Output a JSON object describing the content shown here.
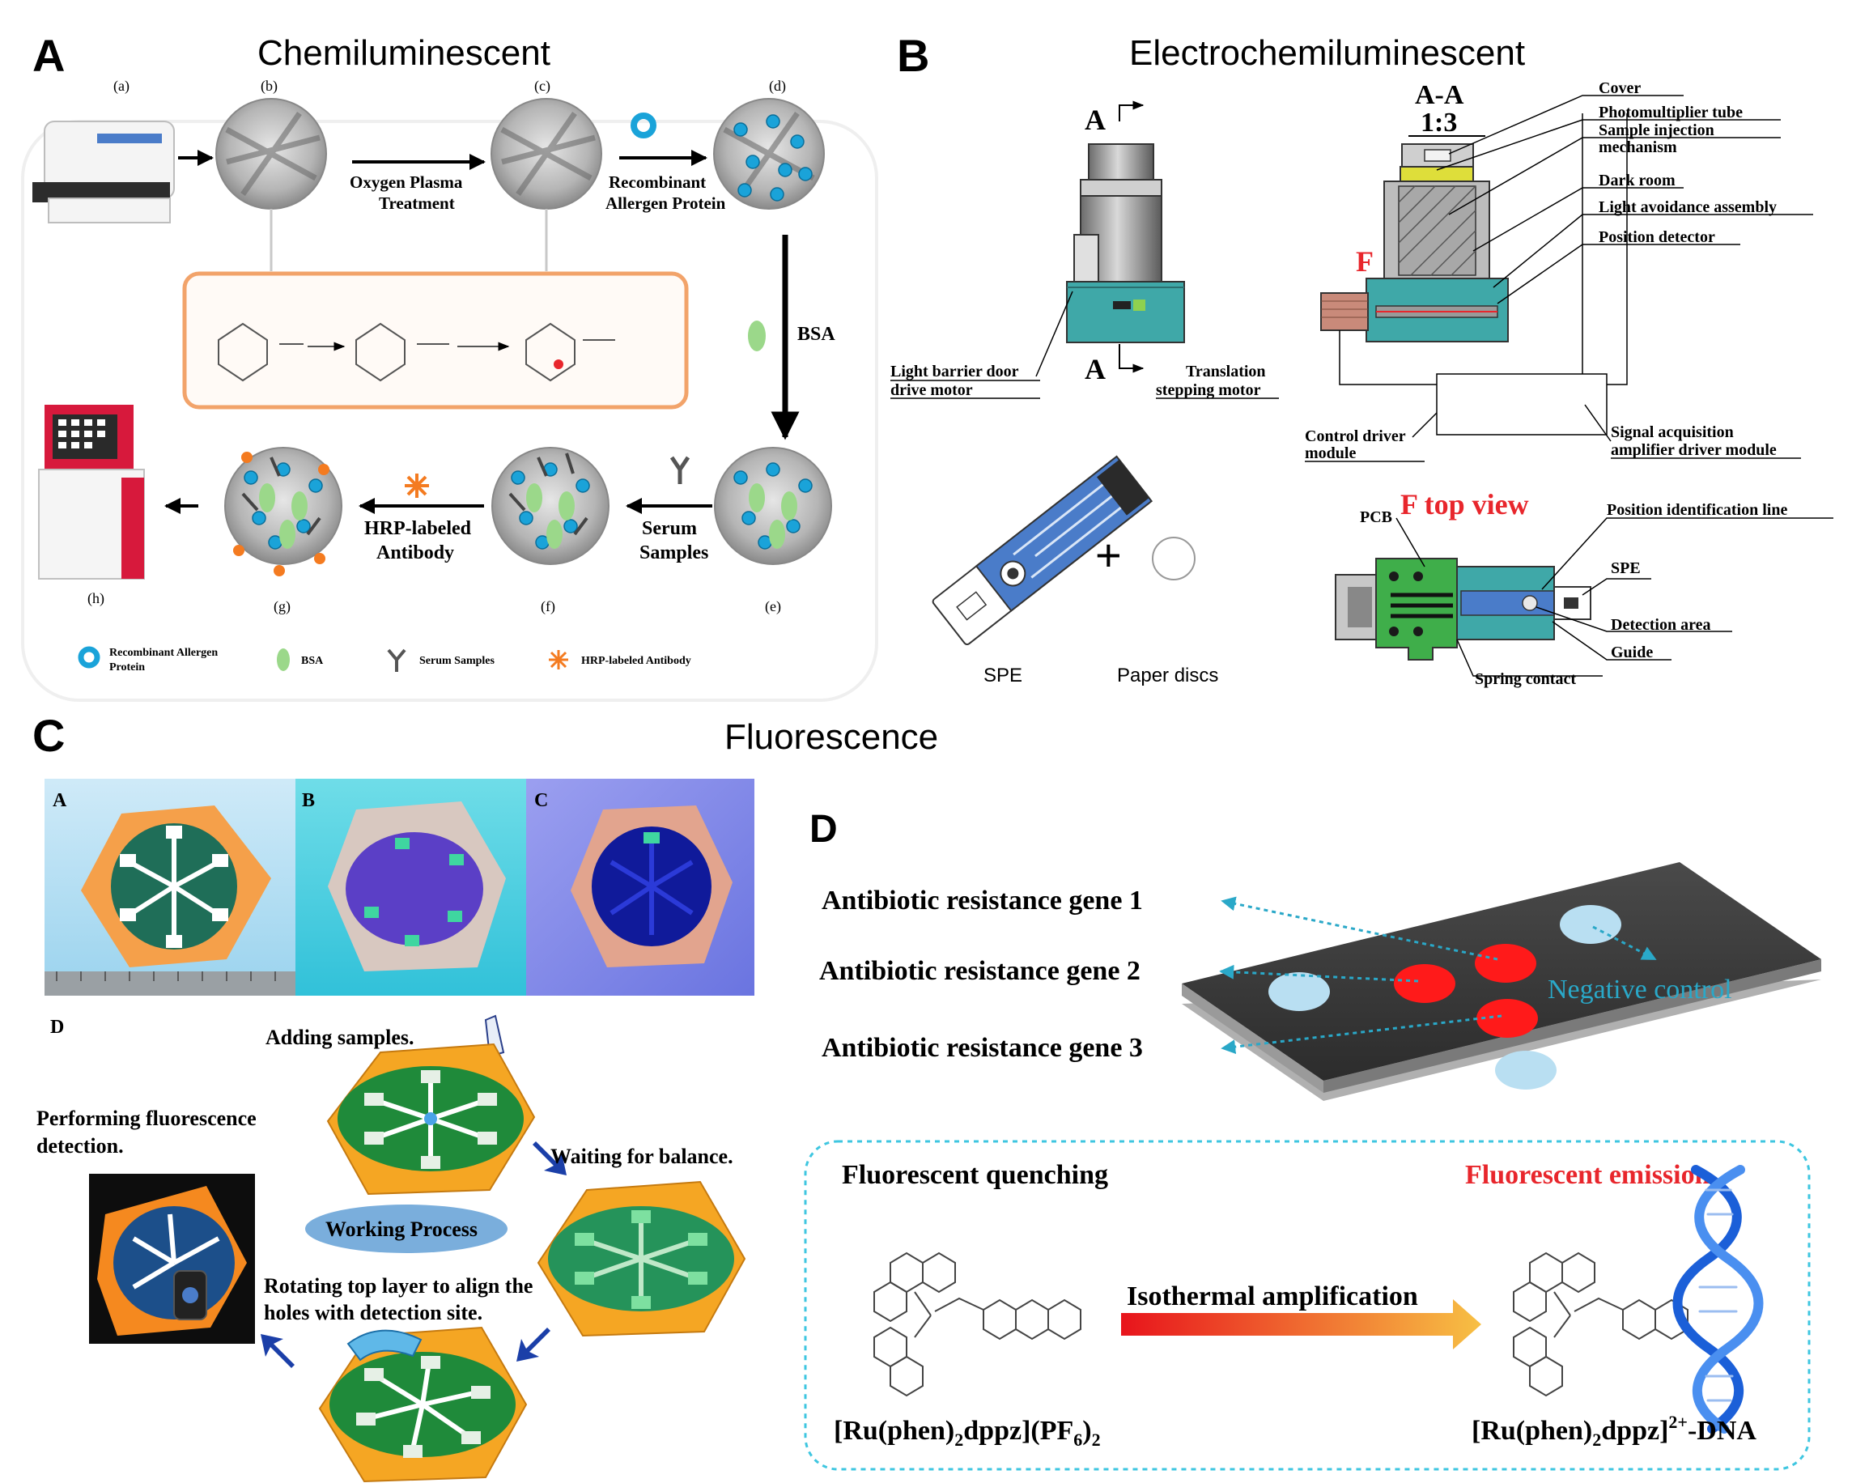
{
  "panelA": {
    "letter": "A",
    "title": "Chemiluminescent",
    "step_labels": [
      "(a)",
      "(b)",
      "(c)",
      "(d)",
      "(e)",
      "(f)",
      "(g)",
      "(h)"
    ],
    "arrow_oxygen": [
      "Oxygen Plasma",
      "Treatment"
    ],
    "arrow_recombinant": [
      "Recombinant",
      "Allergen Protein"
    ],
    "arrow_bsa": "BSA",
    "arrow_serum": [
      "Serum",
      "Samples"
    ],
    "arrow_hrp": [
      "HRP-labeled",
      "Antibody"
    ],
    "legend": {
      "recombinant": [
        "Recombinant Allergen",
        "Protein"
      ],
      "bsa": "BSA",
      "serum": "Serum Samples",
      "hrp": "HRP-labeled Antibody"
    }
  },
  "panelB": {
    "letter": "B",
    "title": "Electrochemiluminescent",
    "section_a_top": "A",
    "section_a_bottom": "A",
    "section_label": "A-A",
    "scale": "1:3",
    "light_barrier": [
      "Light barrier door",
      "drive motor"
    ],
    "translation": [
      "Translation",
      "stepping motor"
    ],
    "cover": "Cover",
    "pmt": "Photomultiplier tube",
    "sample_injection": [
      "Sample injection",
      "mechanism"
    ],
    "dark_room": "Dark room",
    "light_avoidance": "Light avoidance assembly",
    "position_detector": "Position detector",
    "f_mark": "F",
    "control_driver": [
      "Control driver",
      "module"
    ],
    "signal_acq": [
      "Signal acquisition",
      "amplifier driver module"
    ],
    "spe_caption": "SPE",
    "plus": "+",
    "paper_caption": "Paper discs",
    "f_top_view": "F top view",
    "pcb": "PCB",
    "position_id_line": "Position identification line",
    "spe_label": "SPE",
    "detection_area": "Detection area",
    "guide": "Guide",
    "spring_contact": "Spring contact"
  },
  "panelC": {
    "letter": "C",
    "title": "Fluorescence",
    "photo_labels": [
      "A",
      "B",
      "C"
    ],
    "sub_d": "D",
    "adding_samples": "Adding samples.",
    "performing": [
      "Performing fluorescence",
      "detection."
    ],
    "waiting": "Waiting for balance.",
    "working_process": "Working Process",
    "rotating": [
      "Rotating top layer to align the",
      "holes with detection site."
    ]
  },
  "panelD": {
    "letter": "D",
    "gene1": "Antibiotic resistance gene 1",
    "gene2": "Antibiotic resistance gene 2",
    "gene3": "Antibiotic resistance gene 3",
    "negative": "Negative control",
    "quenching": "Fluorescent quenching",
    "emission": "Fluorescent emission",
    "isothermal": "Isothermal amplification",
    "ru_left_1": "[Ru(phen)",
    "ru_left_sub1": "2",
    "ru_left_2": "dppz](PF",
    "ru_left_sub2": "6",
    "ru_left_3": ")",
    "ru_left_sub3": "2",
    "ru_right_1": "[Ru(phen)",
    "ru_right_sub1": "2",
    "ru_right_2": "dppz]",
    "ru_right_sup": "2+",
    "ru_right_3": "-DNA"
  },
  "colors": {
    "teal": "#3fa8a8",
    "orange_frame": "#f2a36a",
    "red_mark": "#e8262c",
    "green_disc": "#1f7a3a",
    "hex_orange": "#f5a623",
    "cyan_dash": "#3ec6e0",
    "light_blue_spot": "#b9dff2",
    "red_spot": "#ff1a1a"
  }
}
